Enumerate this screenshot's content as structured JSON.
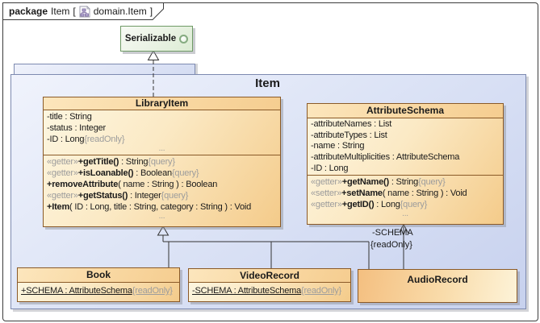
{
  "frame": {
    "keyword": "package",
    "title": "Item",
    "bracket_open": "[",
    "diagram_name": "domain.Item",
    "bracket_close": "]"
  },
  "package": {
    "name": "Item"
  },
  "serializable": {
    "name": "Serializable"
  },
  "library_item": {
    "name": "LibraryItem",
    "attributes": [
      {
        "segs": [
          [
            "p",
            "-title : String"
          ]
        ]
      },
      {
        "segs": [
          [
            "p",
            "-status : Integer"
          ]
        ]
      },
      {
        "segs": [
          [
            "p",
            "-ID : Long"
          ],
          [
            "g",
            "{readOnly}"
          ]
        ]
      },
      {
        "center": true,
        "segs": [
          [
            "g",
            "..."
          ]
        ]
      }
    ],
    "operations": [
      {
        "segs": [
          [
            "g",
            "«getter»"
          ],
          [
            "b",
            "+getTitle()"
          ],
          [
            "p",
            " : String"
          ],
          [
            "g",
            "{query}"
          ]
        ]
      },
      {
        "segs": [
          [
            "g",
            "«getter»"
          ],
          [
            "b",
            "+isLoanable()"
          ],
          [
            "p",
            " : Boolean"
          ],
          [
            "g",
            "{query}"
          ]
        ]
      },
      {
        "segs": [
          [
            "b",
            "+removeAttribute"
          ],
          [
            "p",
            "( name : String ) : Boolean"
          ]
        ]
      },
      {
        "segs": [
          [
            "g",
            "«getter»"
          ],
          [
            "b",
            "+getStatus()"
          ],
          [
            "p",
            " : Integer"
          ],
          [
            "g",
            "{query}"
          ]
        ]
      },
      {
        "segs": [
          [
            "b",
            "+Item"
          ],
          [
            "p",
            "( ID : Long, title : String, category : String ) : Void"
          ]
        ]
      },
      {
        "center": true,
        "segs": [
          [
            "g",
            "..."
          ]
        ]
      }
    ]
  },
  "attribute_schema": {
    "name": "AttributeSchema",
    "attributes": [
      {
        "segs": [
          [
            "p",
            "-attributeNames : List"
          ]
        ]
      },
      {
        "segs": [
          [
            "p",
            "-attributeTypes : List"
          ]
        ]
      },
      {
        "segs": [
          [
            "p",
            "-name : String"
          ]
        ]
      },
      {
        "segs": [
          [
            "p",
            "-attributeMultiplicities : AttributeSchema"
          ]
        ]
      },
      {
        "segs": [
          [
            "p",
            "-ID : Long"
          ]
        ]
      }
    ],
    "operations": [
      {
        "segs": [
          [
            "g",
            "«getter»"
          ],
          [
            "b",
            "+getName()"
          ],
          [
            "p",
            " : String"
          ],
          [
            "g",
            "{query}"
          ]
        ]
      },
      {
        "segs": [
          [
            "g",
            "«setter»"
          ],
          [
            "b",
            "+setName"
          ],
          [
            "p",
            "( name : String ) : Void"
          ]
        ]
      },
      {
        "segs": [
          [
            "g",
            "«getter»"
          ],
          [
            "b",
            "+getID()"
          ],
          [
            "p",
            " : Long"
          ],
          [
            "g",
            "{query}"
          ]
        ]
      },
      {
        "center": true,
        "segs": [
          [
            "g",
            "..."
          ]
        ]
      }
    ]
  },
  "book": {
    "name": "Book",
    "attributes": [
      {
        "u": true,
        "segs": [
          [
            "p",
            "+SCHEMA : AttributeSchema"
          ],
          [
            "g",
            "{readOnly}"
          ]
        ]
      }
    ]
  },
  "video_record": {
    "name": "VideoRecord",
    "attributes": [
      {
        "u": true,
        "segs": [
          [
            "p",
            "-SCHEMA : AttributeSchema"
          ],
          [
            "g",
            "{readOnly}"
          ]
        ]
      }
    ]
  },
  "audio_record": {
    "name": "AudioRecord"
  },
  "association": {
    "role": "-SCHEMA",
    "constraint": "{readOnly}"
  },
  "colors": {
    "class_border": "#8a5a28",
    "class_fill_light": "#fdf7e2",
    "class_fill_dark": "#f4cb8a",
    "package_border": "#7d8ab0",
    "package_fill": "#c7d1ee",
    "interface_border": "#6f9a66",
    "secondary_text": "#9c9c9c",
    "line": "#333333"
  }
}
